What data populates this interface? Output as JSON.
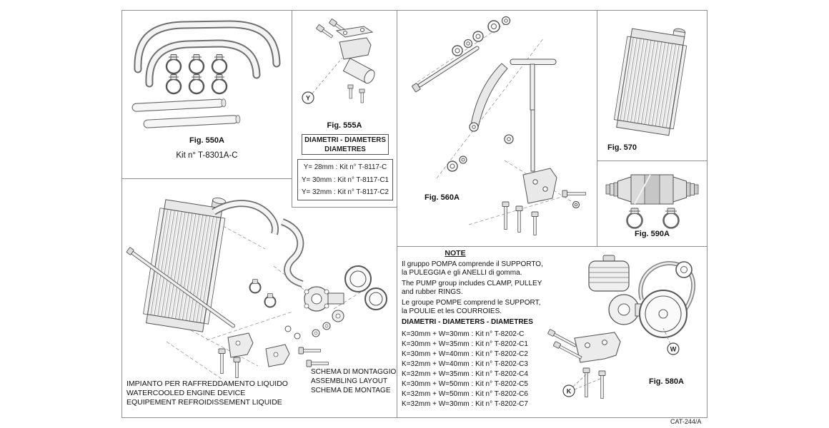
{
  "page": {
    "catalog_ref": "CAT-244/A"
  },
  "fig550": {
    "label": "Fig. 550A",
    "kit": "Kit n° T-8301A-C"
  },
  "fig555": {
    "label": "Fig. 555A",
    "table_header_line1": "DIAMETRI - DIAMETERS",
    "table_header_line2": "DIAMETRES",
    "rows": [
      "Y= 28mm : Kit n° T-8117-C",
      "Y= 30mm : Kit n° T-8117-C1",
      "Y= 32mm : Kit n° T-8117-C2"
    ],
    "callout_y": "Y"
  },
  "fig560": {
    "label": "Fig. 560A"
  },
  "fig570": {
    "label": "Fig. 570"
  },
  "fig590": {
    "label": "Fig. 590A"
  },
  "fig580": {
    "label": "Fig. 580A",
    "callout_k": "K",
    "callout_w": "W"
  },
  "assembly": {
    "caption_system": [
      "IMPIANTO PER RAFFREDDAMENTO LIQUIDO",
      "WATERCOOLED ENGINE DEVICE",
      "EQUIPEMENT REFROIDISSEMENT LIQUIDE"
    ],
    "caption_layout": [
      "SCHEMA DI MONTAGGIO",
      "ASSEMBLING LAYOUT",
      "SCHEMA DE MONTAGE"
    ]
  },
  "note": {
    "title": "NOTE",
    "para_it": "Il gruppo POMPA comprende il SUPPORTO,\nla PULEGGIA e gli ANELLI di gomma.",
    "para_en": "The PUMP group includes CLAMP, PULLEY\nand rubber RINGS.",
    "para_fr": "Le groupe POMPE comprend le SUPPORT,\nla POULIE et les COURROIES.",
    "table_header": "DIAMETRI - DIAMETERS - DIAMETRES",
    "rows": [
      "K=30mm + W=30mm : Kit n° T-8202-C",
      "K=30mm + W=35mm : Kit n° T-8202-C1",
      "K=30mm + W=40mm : Kit n° T-8202-C2",
      "K=32mm + W=40mm : Kit n° T-8202-C3",
      "K=32mm + W=35mm : Kit n° T-8202-C4",
      "K=30mm + W=50mm : Kit n° T-8202-C5",
      "K=32mm + W=50mm : Kit n° T-8202-C6",
      "K=32mm + W=30mm : Kit n° T-8202-C7"
    ]
  }
}
